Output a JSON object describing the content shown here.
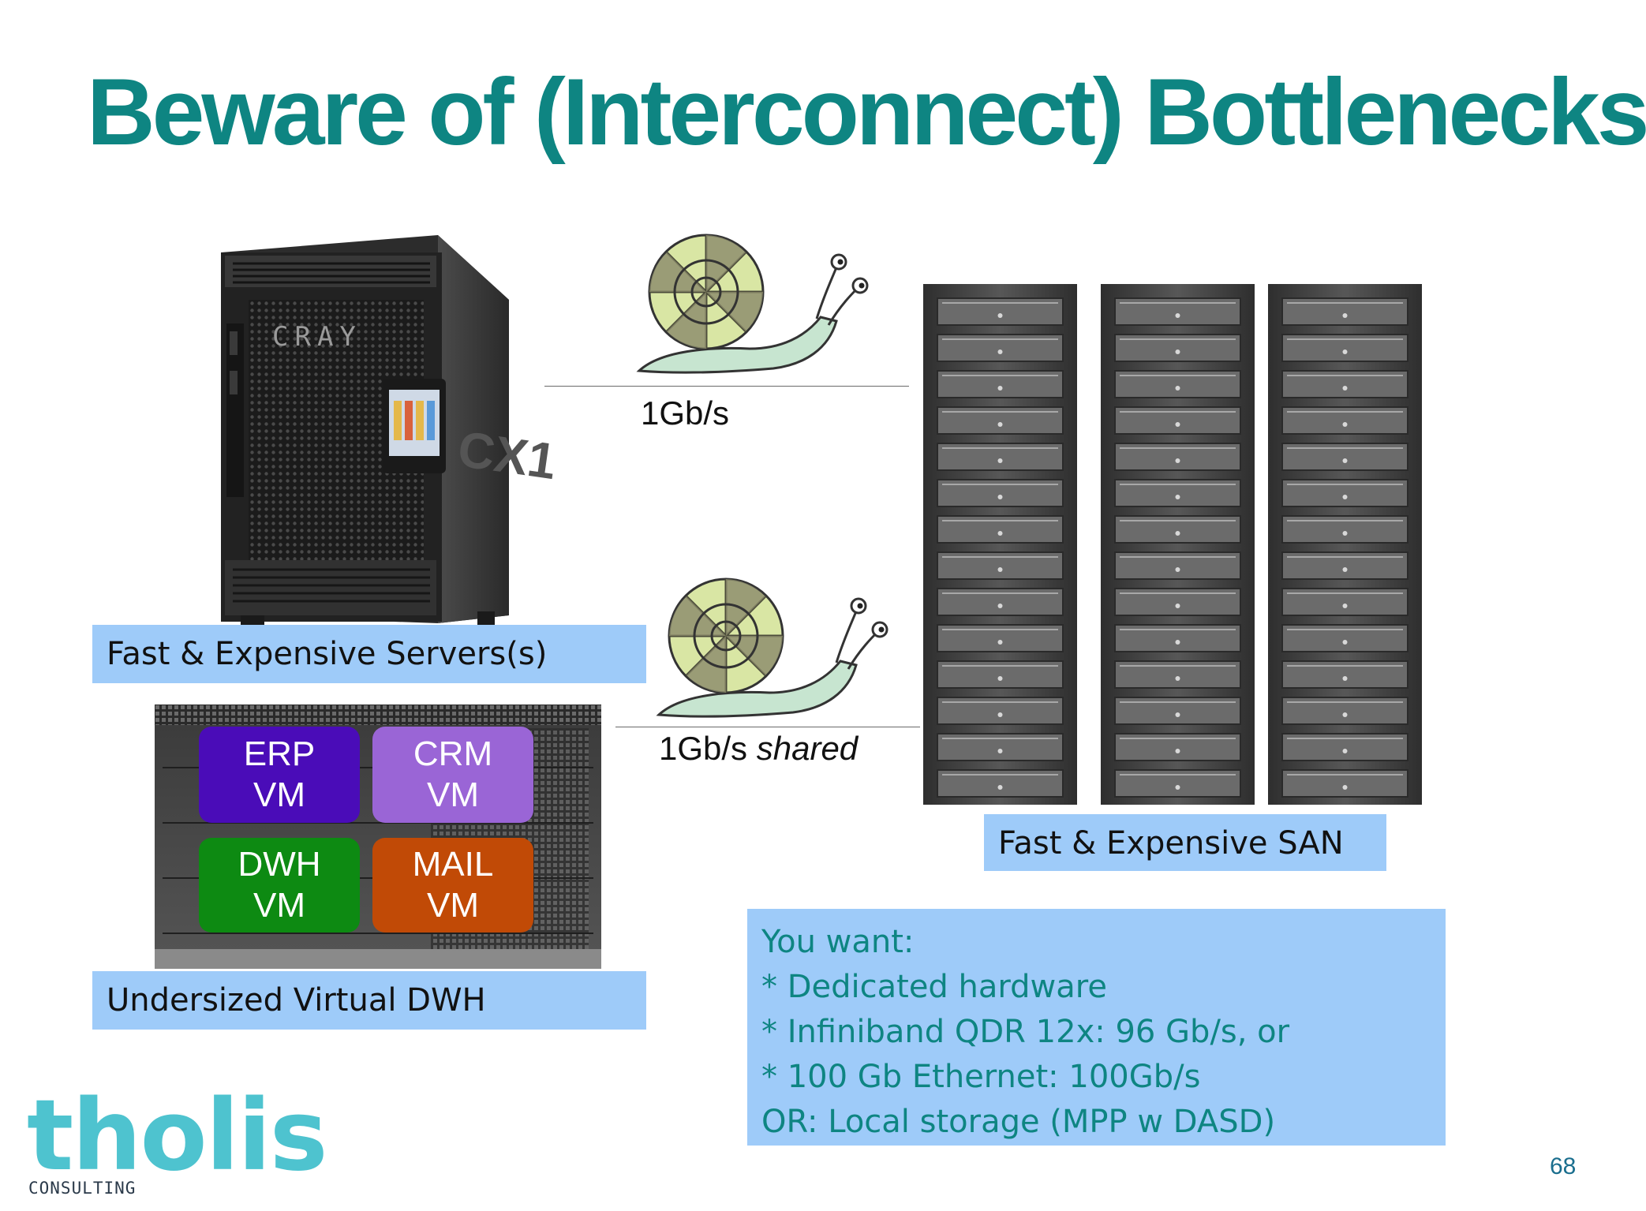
{
  "slide": {
    "title": "Beware of (Interconnect) Bottlenecks",
    "page_number": "68",
    "colors": {
      "title": "#0e8582",
      "label_box": "#9ecbf9",
      "want_text": "#0e8582",
      "logo": "#4ec3cf"
    }
  },
  "server": {
    "brand": "CRAY",
    "model": "CX1",
    "label": "Fast & Expensive Servers(s)"
  },
  "links": {
    "top": {
      "speed": "1Gb/s",
      "icon": "snail-icon"
    },
    "bottom": {
      "speed": "1Gb/s",
      "qualifier": "shared",
      "icon": "snail-icon"
    }
  },
  "virtual_dwh": {
    "label": "Undersized Virtual DWH",
    "vms": [
      {
        "name": "ERP",
        "sub": "VM",
        "color": "#4a0cb8"
      },
      {
        "name": "CRM",
        "sub": "VM",
        "color": "#9a65d6"
      },
      {
        "name": "DWH",
        "sub": "VM",
        "color": "#0d8a12"
      },
      {
        "name": "MAIL",
        "sub": "VM",
        "color": "#c14a06"
      }
    ]
  },
  "san": {
    "label": "Fast & Expensive SAN"
  },
  "requirements": {
    "lines": [
      "You want:",
      "* Dedicated hardware",
      "* Infiniband QDR 12x: 96 Gb/s, or",
      "* 100 Gb Ethernet: 100Gb/s",
      "OR: Local storage (MPP w DASD)"
    ]
  },
  "logo": {
    "word": "tholis",
    "sub": "CONSULTING"
  }
}
